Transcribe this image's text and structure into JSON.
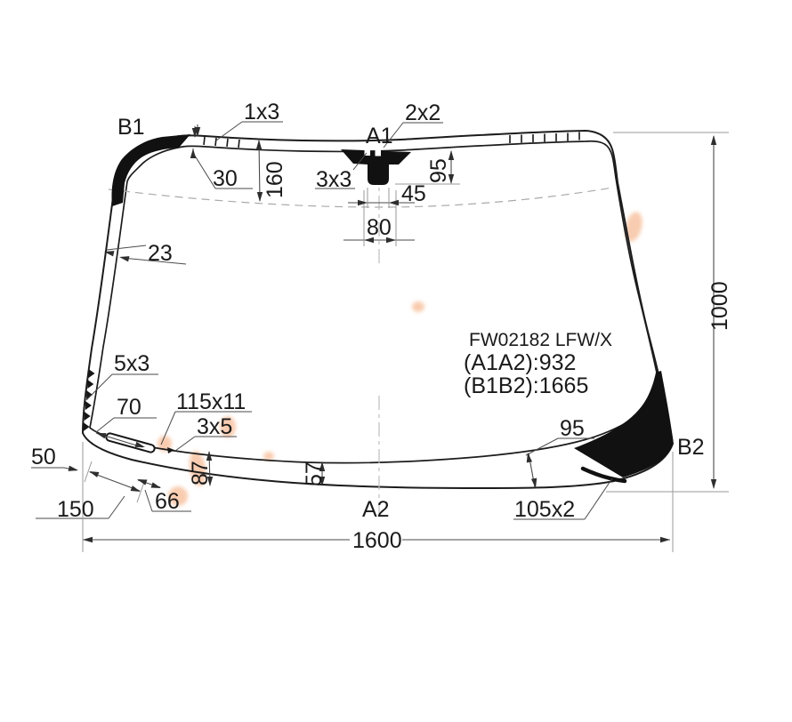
{
  "part": {
    "code": "FW02182 LFW/X",
    "a1a2": "(A1A2):932",
    "b1b2": "(B1B2):1665"
  },
  "labels": {
    "b1": "B1",
    "a1": "A1",
    "b2": "B2",
    "a2": "A2"
  },
  "dims": {
    "top_trim": "1x3",
    "bracket_notch": "2x2",
    "bracket_side": "3x3",
    "edge_top": "30",
    "shade_band": "160",
    "bracket_drop": "95",
    "bracket_inner": "45",
    "bracket_outer": "80",
    "edge_left": "23",
    "height": "1000",
    "serration": "5x3",
    "slot_inset": "70",
    "slot": "115x11",
    "notch": "3x5",
    "band_right": "95",
    "inset_50": "50",
    "band_87": "87",
    "band_57": "57",
    "inset_150": "150",
    "inset_66": "66",
    "strip": "105x2",
    "width": "1600"
  },
  "colors": {
    "ink": "#1a1a1a",
    "watermark": "#f2a36e"
  }
}
